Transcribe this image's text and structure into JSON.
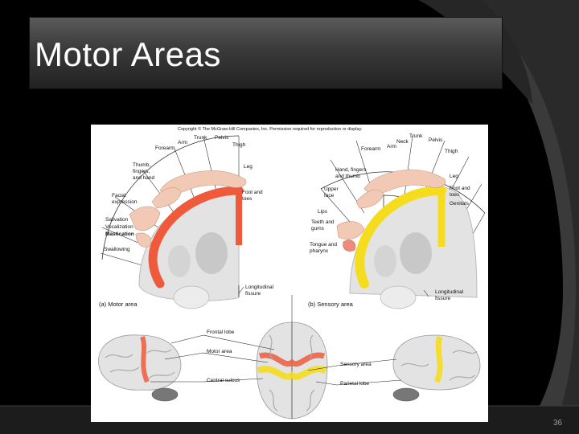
{
  "slide": {
    "title": "Motor Areas",
    "page_number": "36"
  },
  "figure": {
    "copyright": "Copyright © The McGraw-Hill Companies, Inc. Permission required for reproduction or display.",
    "motor": {
      "caption": "(a) Motor area",
      "labels": {
        "trunk": "Trunk",
        "pelvis": "Pelvis",
        "arm": "Arm",
        "thigh": "Thigh",
        "forearm": "Forearm",
        "thumb1": "Thumb,",
        "thumb2": "fingers,",
        "thumb3": "and hand",
        "leg": "Leg",
        "foot1": "Foot and",
        "foot2": "toes",
        "facial1": "Facial",
        "facial2": "expression",
        "salivation": "Salivation",
        "vocalization": "Vocalization",
        "mastication": "Mastication",
        "swallowing": "Swallowing",
        "fissure1": "Longitudinal",
        "fissure2": "fissure"
      }
    },
    "sensory": {
      "caption": "(b) Sensory area",
      "labels": {
        "trunk": "Trunk",
        "neck": "Neck",
        "pelvis": "Pelvis",
        "arm": "Arm",
        "thigh": "Thigh",
        "forearm": "Forearm",
        "hand1": "Hand, fingers",
        "hand2": "and thumb",
        "upper1": "Upper",
        "upper2": "face",
        "leg": "Leg",
        "foot1": "Foot and",
        "foot2": "toes",
        "genitals": "Genitals",
        "lips": "Lips",
        "teeth1": "Teeth and",
        "teeth2": "gums",
        "tongue1": "Tongue and",
        "tongue2": "pharynx",
        "fissure1": "Longitudinal",
        "fissure2": "fissure"
      }
    },
    "bottom": {
      "frontal": "Frontal lobe",
      "motor": "Motor area",
      "central": "Central sulcus",
      "sensory": "Sensory area",
      "parietal": "Parietal lobe"
    },
    "colors": {
      "motor": "#ef5a3c",
      "sensory": "#f5dc1e",
      "brain": "#e3e3e3"
    }
  }
}
